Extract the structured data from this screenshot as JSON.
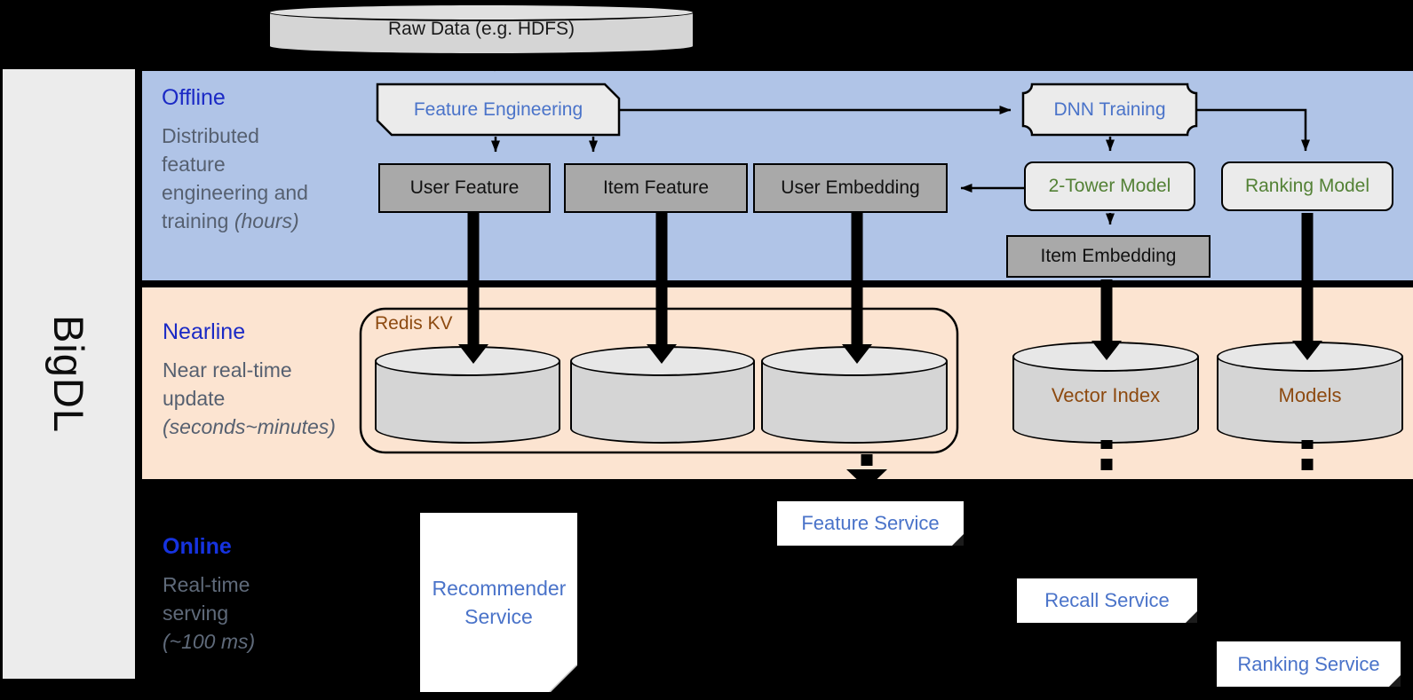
{
  "sidebar": {
    "brand": "BigDL"
  },
  "top": {
    "raw_data": "Raw Data (e.g. HDFS)"
  },
  "bands": {
    "offline": {
      "title": "Offline",
      "desc": [
        "Distributed",
        "feature",
        "engineering and",
        "training"
      ],
      "desc_italic": "(hours)"
    },
    "nearline": {
      "title": "Nearline",
      "desc": [
        "Near real-time",
        "update"
      ],
      "desc_italic": "(seconds~minutes)"
    },
    "online": {
      "title": "Online",
      "desc": [
        "Real-time",
        "serving"
      ],
      "desc_italic": "(~100 ms)"
    }
  },
  "offline": {
    "feature_engineering": "Feature Engineering",
    "dnn_training": "DNN Training",
    "user_feature": "User Feature",
    "item_feature": "Item Feature",
    "user_embedding": "User Embedding",
    "two_tower_model": "2-Tower Model",
    "ranking_model": "Ranking Model",
    "item_embedding": "Item Embedding"
  },
  "nearline": {
    "redis_kv": "Redis KV",
    "vector_index": "Vector Index",
    "models": "Models"
  },
  "online": {
    "recommender_service": "Recommender Service",
    "feature_service": "Feature Service",
    "recall_service": "Recall Service",
    "ranking_service": "Ranking Service"
  },
  "colors": {
    "offline_band": "#b0c4e7",
    "nearline_band": "#fce4d1",
    "title_blue": "#1b2ac5",
    "online_title_blue": "#1633e0",
    "desc_gray": "#566070",
    "box_text_blue": "#4a73c9",
    "model_green": "#538135",
    "storage_brown": "#8d4a10",
    "gray_box_fill": "#a9a9a9",
    "light_box_fill": "#ebebeb"
  }
}
